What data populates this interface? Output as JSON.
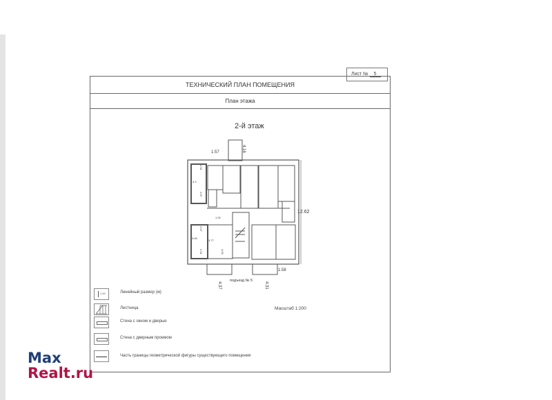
{
  "sheet": {
    "label": "Лист №",
    "number": "5"
  },
  "title": "ТЕХНИЧЕСКИЙ ПЛАН ПОМЕЩЕНИЯ",
  "subtitle": "План этажа",
  "floor": "2-й этаж",
  "dims": {
    "balcony_w": "1.57",
    "balcony_h": "4.16",
    "total": "12.62",
    "bottom_balc": "1.58",
    "left_bottom": "4.37",
    "right_bottom": "4.31",
    "r1": "2.91",
    "r2": "4.3",
    "r3": "2.67",
    "r4": "1.92",
    "r5": "2.67",
    "r6": "3.69",
    "r7": "3.77",
    "r8": "2.91",
    "r9": "4.09"
  },
  "entrance": "подъезд № 5",
  "scale": "Масштаб 1:200",
  "legend": [
    {
      "icon": "dimension-icon",
      "label": "Линейный размер (м)",
      "sample": "1.00"
    },
    {
      "icon": "stairs-icon",
      "label": "Лестница"
    },
    {
      "icon": "wall-window-door-icon",
      "label": "Стена с окном и дверью"
    },
    {
      "icon": "wall-doorway-icon",
      "label": "Стена с дверным проемом"
    },
    {
      "icon": "boundary-line-icon",
      "label": "Часть границы геометрической фигуры существующего помещения"
    }
  ],
  "watermark": {
    "line1": "Max",
    "line2": "Realt.ru"
  }
}
